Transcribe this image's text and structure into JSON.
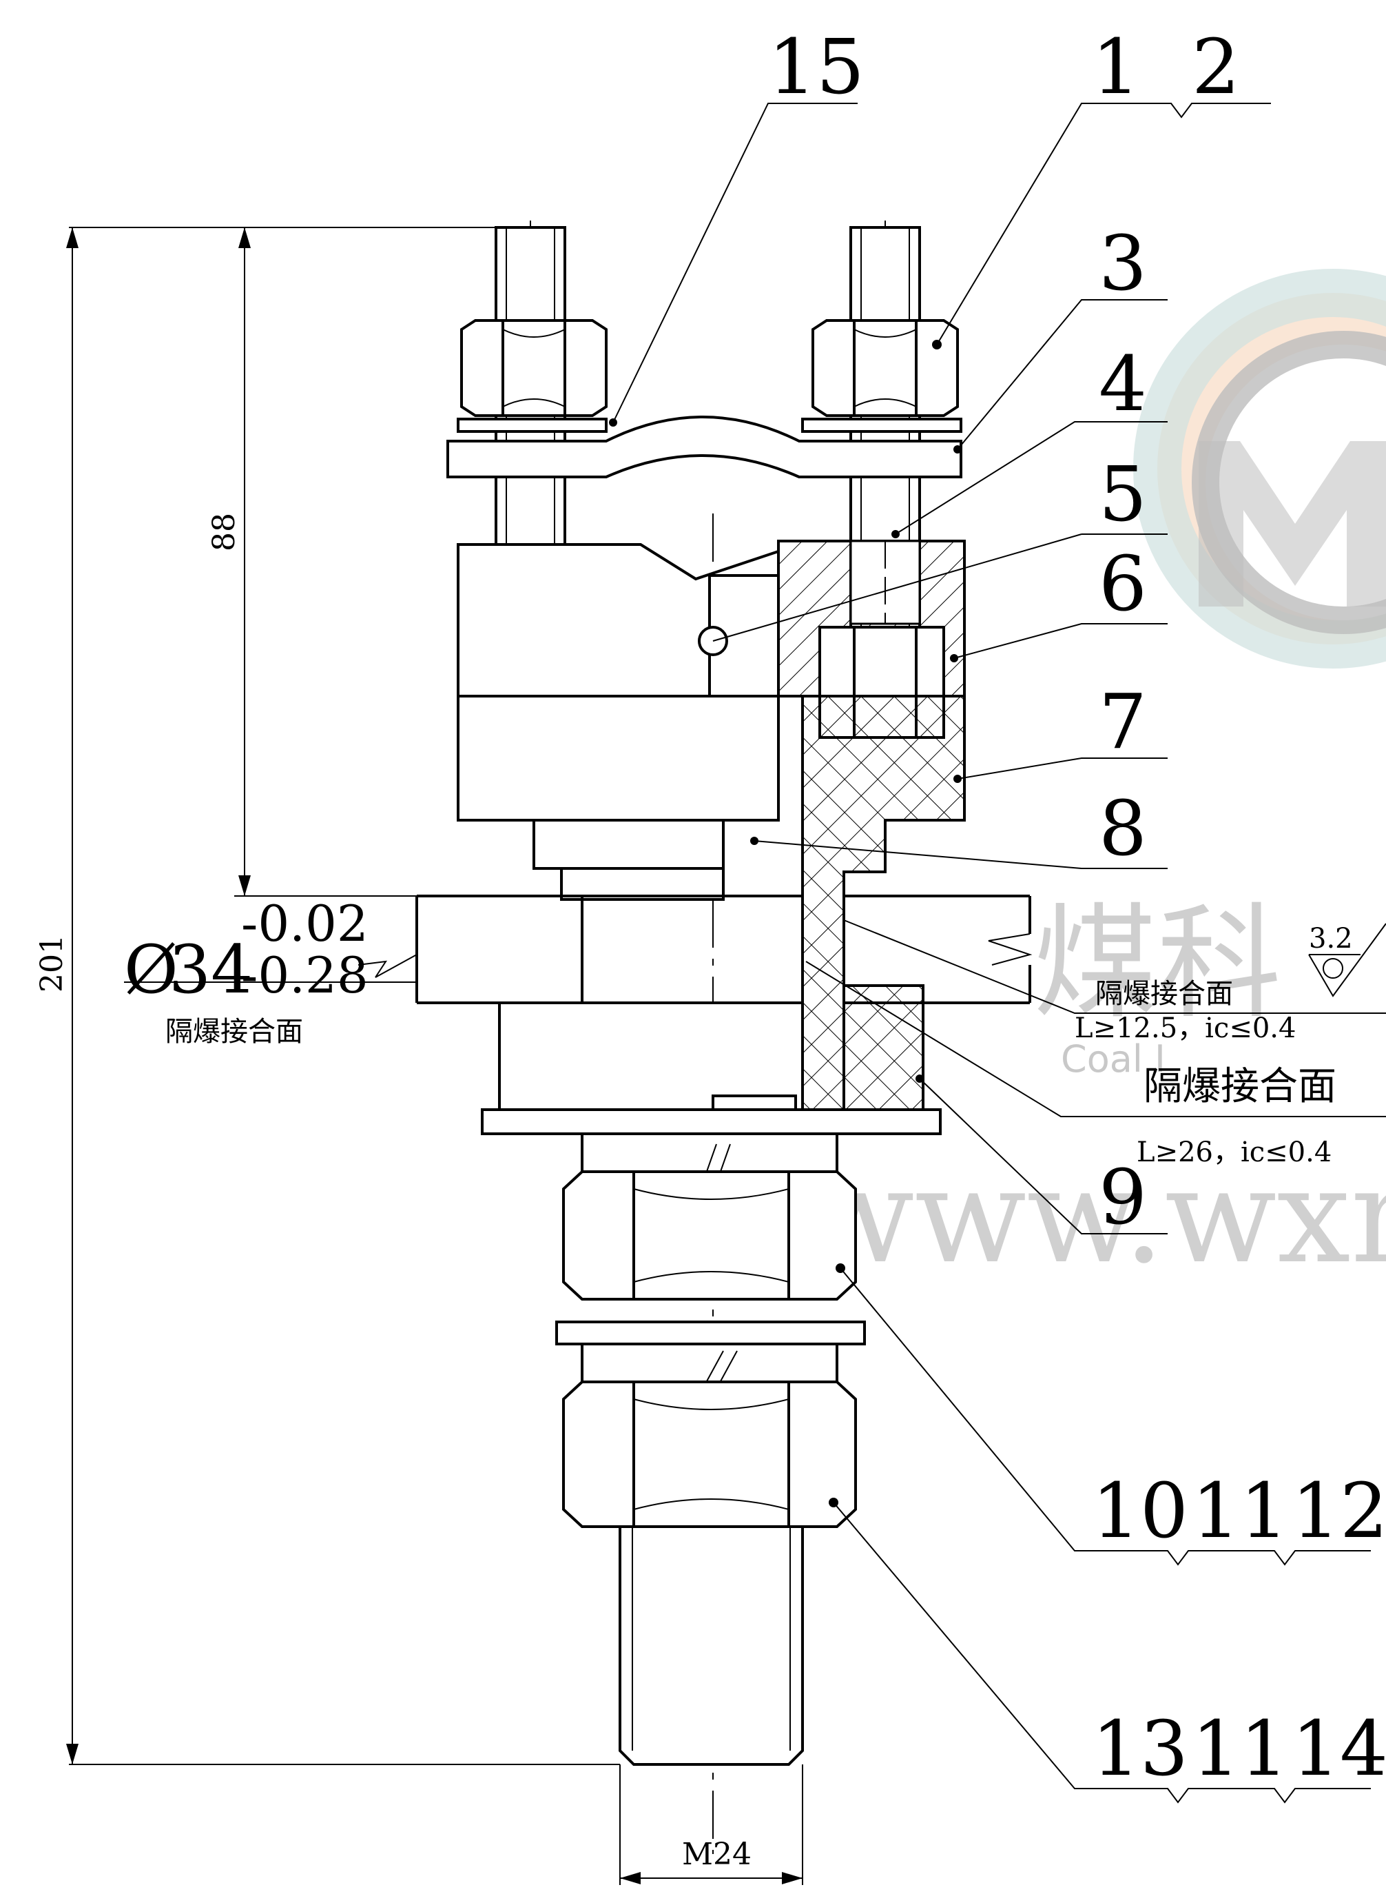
{
  "balloons": {
    "b15": "15",
    "b1": "1",
    "b2": "2",
    "b3": "3",
    "b4": "4",
    "b5": "5",
    "b6": "6",
    "b7": "7",
    "b8": "8",
    "b9": "9",
    "b10": "10",
    "b11a": "11",
    "b12": "12",
    "b13": "13",
    "b11b": "11",
    "b14": "14"
  },
  "dimensions": {
    "overall_height": "201",
    "upper_height": "88",
    "diameter_symbol": "Ø",
    "diameter_value": "34",
    "tol_upper": "-0.02",
    "tol_lower": "-0.28",
    "thread": "M24"
  },
  "notes": {
    "flameproof_left": "隔爆接合面",
    "flameproof_1": "隔爆接合面",
    "spec_1": "L≥12.5，ic≤0.4",
    "flameproof_2": "隔爆接合面",
    "spec_2": "L≥26，ic≤0.4",
    "roughness": "3.2"
  },
  "watermark": {
    "cn_text": "煤科",
    "en_text": "Coal I",
    "url_text": "www.wxm"
  },
  "colors": {
    "logo_orange": "#f6d2b4",
    "logo_teal": "#cfe1df",
    "logo_grey": "#bdbdbd"
  }
}
